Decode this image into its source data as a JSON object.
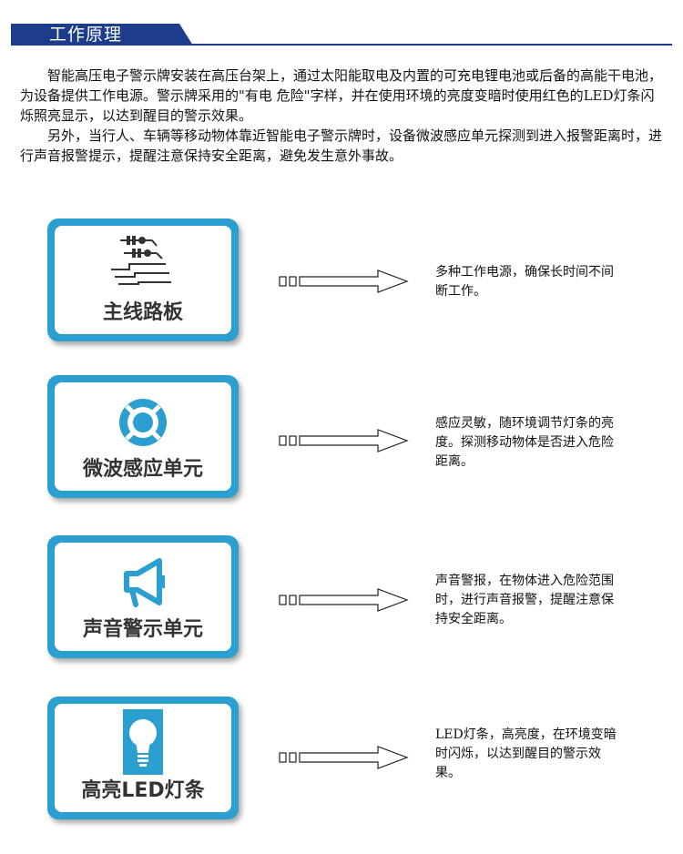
{
  "header": {
    "title": "工作原理"
  },
  "intro": {
    "paragraphs": [
      "智能高压电子警示牌安装在高压台架上，通过太阳能取电及内置的可充电锂电池或后备的高能干电池，为设备提供工作电源。警示牌采用的\"有电 危险\"字样，并在使用环境的亮度变暗时使用红色的LED灯条闪烁照亮显示，以达到醒目的警示效果。",
      "另外，当行人、车辆等移动物体靠近智能电子警示牌时，设备微波感应单元探测到进入报警距离时，进行声音报警提示，提醒注意保持安全距离，避免发生意外事故。"
    ]
  },
  "features": [
    {
      "label": "主线路板",
      "icon": "circuit-board-icon",
      "description": "多种工作电源，确保长时间不间断工作。"
    },
    {
      "label": "微波感应单元",
      "icon": "lifebuoy-sensor-icon",
      "description": "感应灵敏，随环境调节灯条的亮度。探测移动物体是否进入危险距离。"
    },
    {
      "label": "声音警示单元",
      "icon": "megaphone-icon",
      "description": "声音警报，在物体进入危险范围时，进行声音报警，提醒注意保持安全距离。"
    },
    {
      "label": "高亮LED灯条",
      "icon": "light-bulb-icon",
      "description": "LED灯条，高亮度，在环境变暗时闪烁，以达到醒目的警示效果。"
    }
  ],
  "colors": {
    "accent": "#1d3d8c",
    "card_border": "#2a9fd0",
    "icon_blue": "#2a9fd0"
  }
}
